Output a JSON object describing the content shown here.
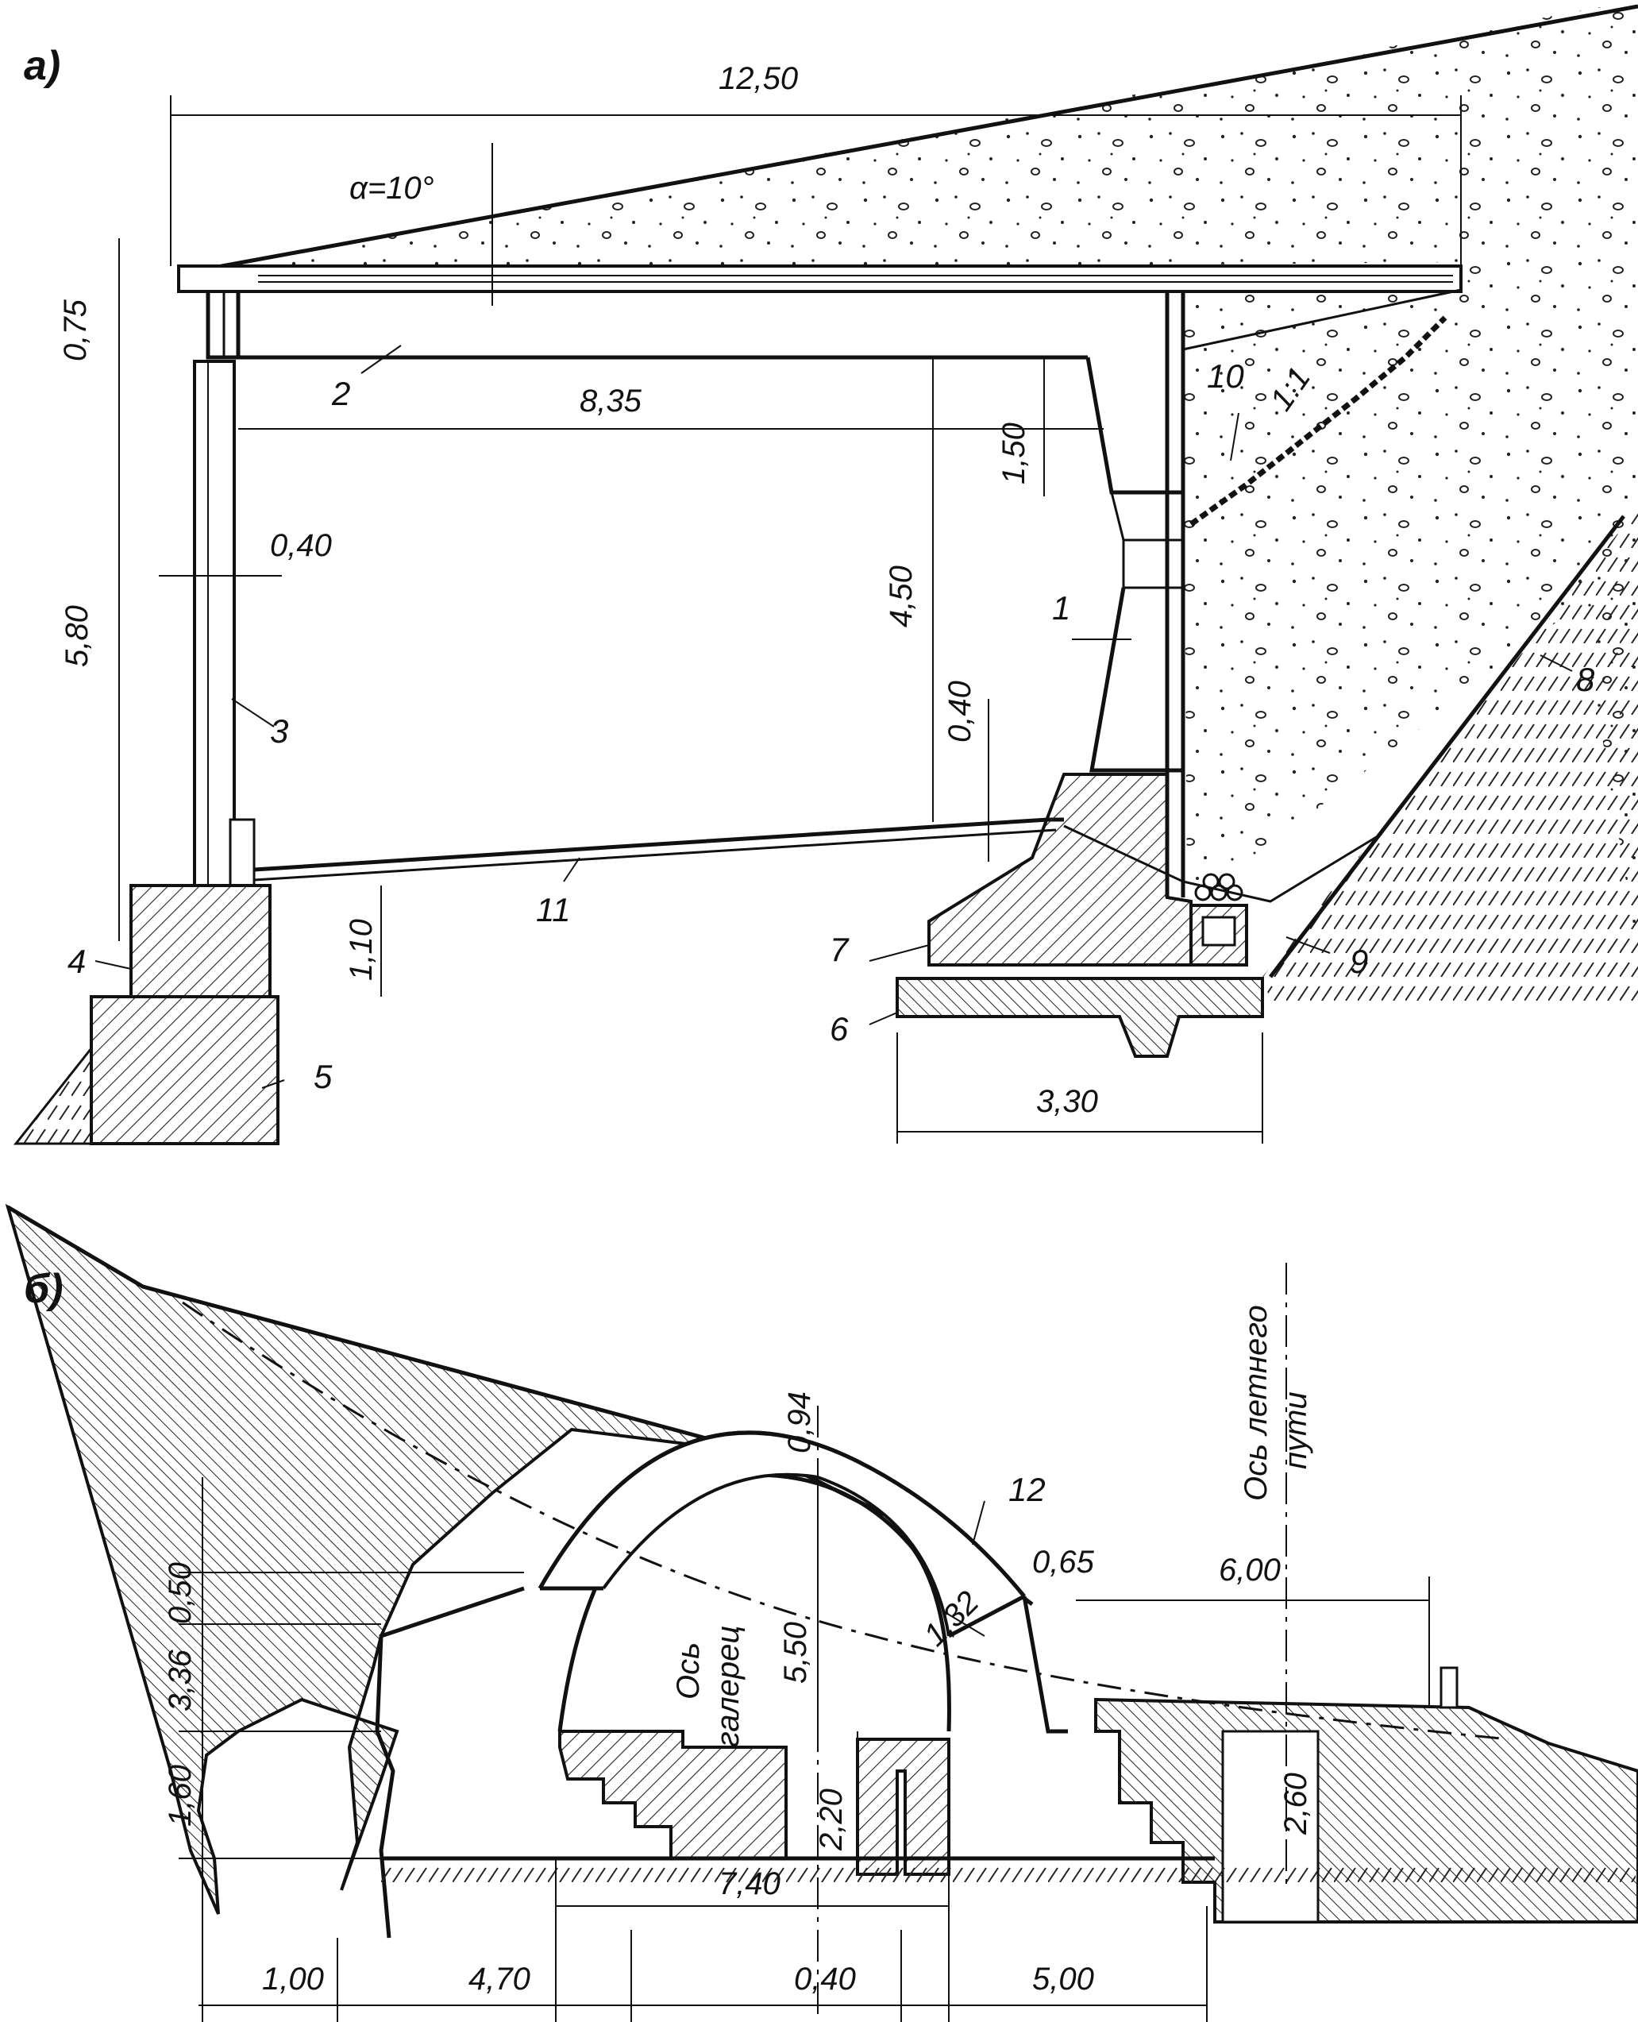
{
  "panels": {
    "a": {
      "label": "a)",
      "dims": {
        "span_total": "12,50",
        "angle": "α=10°",
        "roof_thickness": "0,75",
        "height_total": "5,80",
        "inner_span": "8,35",
        "height_1_50": "1,50",
        "height_4_50": "4,50",
        "wall_0_40": "0,40",
        "step_0_40": "0,40",
        "footing_1_10": "1,10",
        "slope": "1:1",
        "base_3_30": "3,30"
      },
      "callouts": [
        "1",
        "2",
        "3",
        "4",
        "5",
        "6",
        "7",
        "8",
        "9",
        "10",
        "11"
      ]
    },
    "b": {
      "label": "б)",
      "dims": {
        "d_0_94": "0,94",
        "d_0_50": "0,50",
        "d_3_36": "3,36",
        "d_1_60": "1,60",
        "d_5_50": "5,50",
        "d_1_32": "1,32",
        "d_0_65": "0,65",
        "d_6_00": "6,00",
        "d_2_20": "2,20",
        "d_2_60": "2,60",
        "d_7_40": "7,40",
        "d_1_00": "1,00",
        "d_4_70": "4,70",
        "d_0_40": "0,40",
        "d_5_00": "5,00"
      },
      "axis_gallery": [
        "Ось",
        "галерец"
      ],
      "axis_road": [
        "Ось летнего",
        "пути"
      ],
      "callout_12": "12"
    }
  }
}
